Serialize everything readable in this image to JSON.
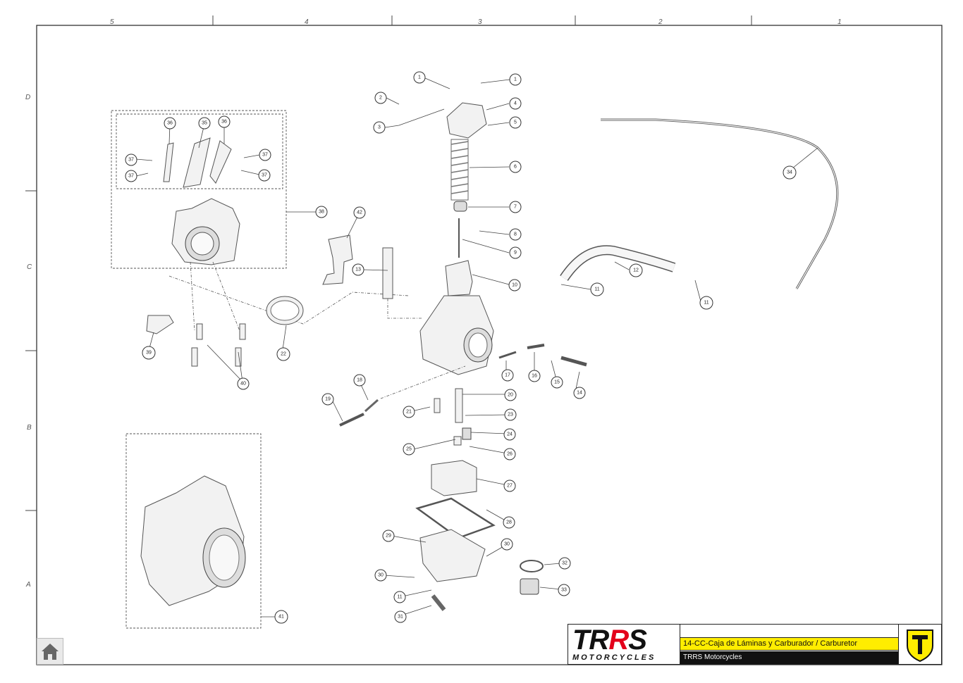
{
  "grid": {
    "columns": [
      "5",
      "4",
      "3",
      "2",
      "1"
    ],
    "rows": [
      "D",
      "C",
      "B",
      "A"
    ]
  },
  "callouts": [
    "1",
    "1",
    "2",
    "3",
    "4",
    "5",
    "6",
    "7",
    "8",
    "9",
    "10",
    "11",
    "11",
    "11",
    "12",
    "13",
    "14",
    "15",
    "16",
    "17",
    "18",
    "19",
    "20",
    "21",
    "22",
    "23",
    "24",
    "25",
    "26",
    "27",
    "28",
    "29",
    "30",
    "30",
    "31",
    "32",
    "33",
    "34",
    "35",
    "36",
    "36",
    "37",
    "37",
    "37",
    "37",
    "38",
    "39",
    "40",
    "41",
    "42"
  ],
  "title_block": {
    "logo_main_a": "TR",
    "logo_main_b": "R",
    "logo_main_c": "S",
    "logo_sub": "MOTORCYCLES",
    "drawing_title": "14-CC-Caja de Láminas y Carburador / Carburetor",
    "company": "TRRS Motorcycles"
  },
  "icons": {
    "home": "home-icon",
    "emblem": "trrs-shield-icon"
  },
  "colors": {
    "title_bg": "#ffed00",
    "company_bg": "#111111",
    "logo_red": "#e3001b"
  }
}
